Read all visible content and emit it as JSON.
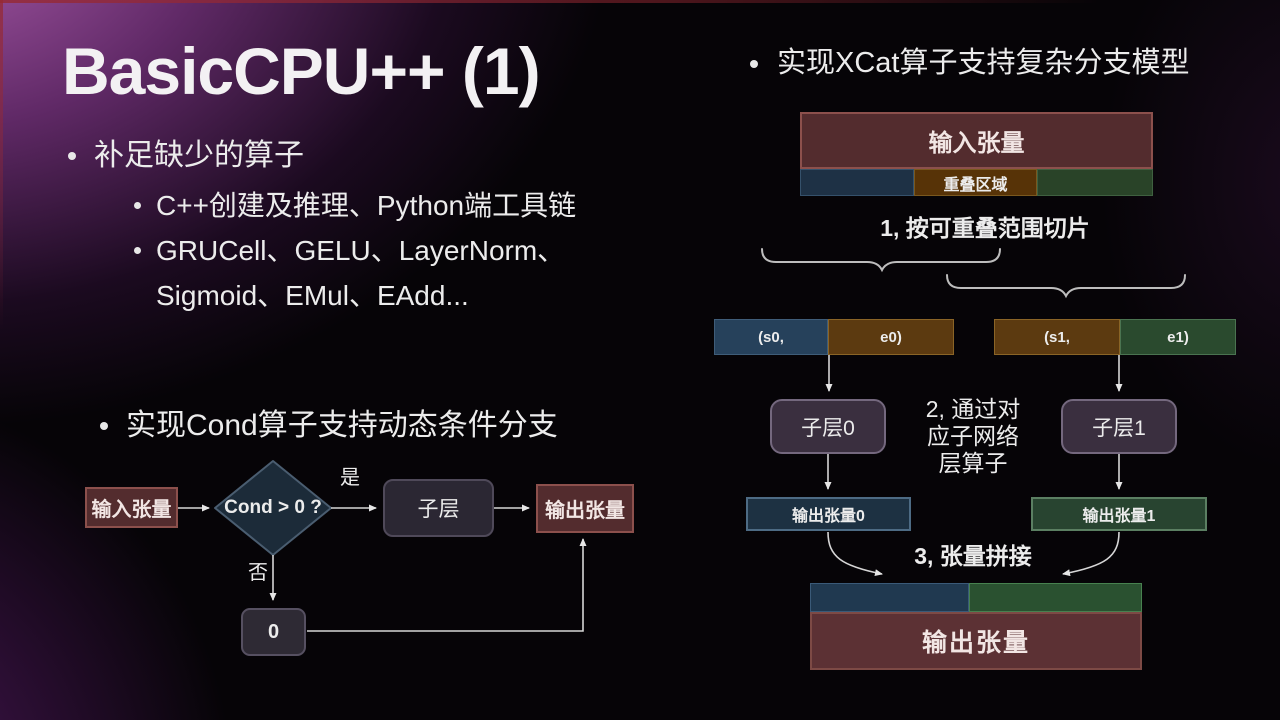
{
  "slide": {
    "title": "BasicCPU++ (1)"
  },
  "left_column": {
    "item1": "补足缺少的算子",
    "item1_sub1": "C++创建及推理、Python端工具链",
    "item1_sub2_line1": "GRUCell、GELU、LayerNorm、",
    "item1_sub2_line2": "Sigmoid、EMul、EAdd...",
    "item2": "实现Cond算子支持动态条件分支"
  },
  "cond_flow": {
    "input_label": "输入张量",
    "condition_label": "Cond > 0 ?",
    "yes_label": "是",
    "no_label": "否",
    "sublayer_label": "子层",
    "zero_label": "0",
    "output_label": "输出张量"
  },
  "xcat": {
    "heading": "实现XCat算子支持复杂分支模型",
    "input_label": "输入张量",
    "overlap_label": "重叠区域",
    "step1": "1, 按可重叠范围切片",
    "slice0_left": "(s0,",
    "slice0_right": "e0)",
    "slice1_left": "(s1,",
    "slice1_right": "e1)",
    "sublayer0_label": "子层0",
    "sublayer1_label": "子层1",
    "step2_line1": "2, 通过对",
    "step2_line2": "应子网络",
    "step2_line3": "层算子",
    "output0_label": "输出张量0",
    "output1_label": "输出张量1",
    "step3": "3, 张量拼接",
    "output_label": "输出张量"
  },
  "colors": {
    "background": "#060407",
    "glow_purple": "#b261b2",
    "text": "#ececec",
    "maroon_fill": "#532c2e",
    "maroon_border": "#8c504c",
    "diamond_fill": "#1c2b39",
    "diamond_border": "#4a5d70",
    "navy_fill": "#1e3145",
    "brown_fill": "#573307",
    "green_fill": "#294328",
    "bar_blue": "#26415b",
    "bar_brown": "#5c3a10",
    "bar_green": "#2a4a2e",
    "out0_fill": "#1d3142",
    "out1_fill": "#284430",
    "sublayer_fill": "#3a2f3f",
    "sublayer_border": "#74687e",
    "connector": "#d6d6d6"
  }
}
